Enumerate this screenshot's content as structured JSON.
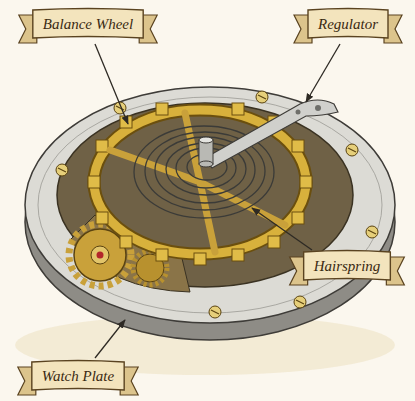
{
  "diagram": {
    "labels": [
      "Balance Wheel",
      "Regulator",
      "Hairspring",
      "Watch Plate"
    ]
  }
}
